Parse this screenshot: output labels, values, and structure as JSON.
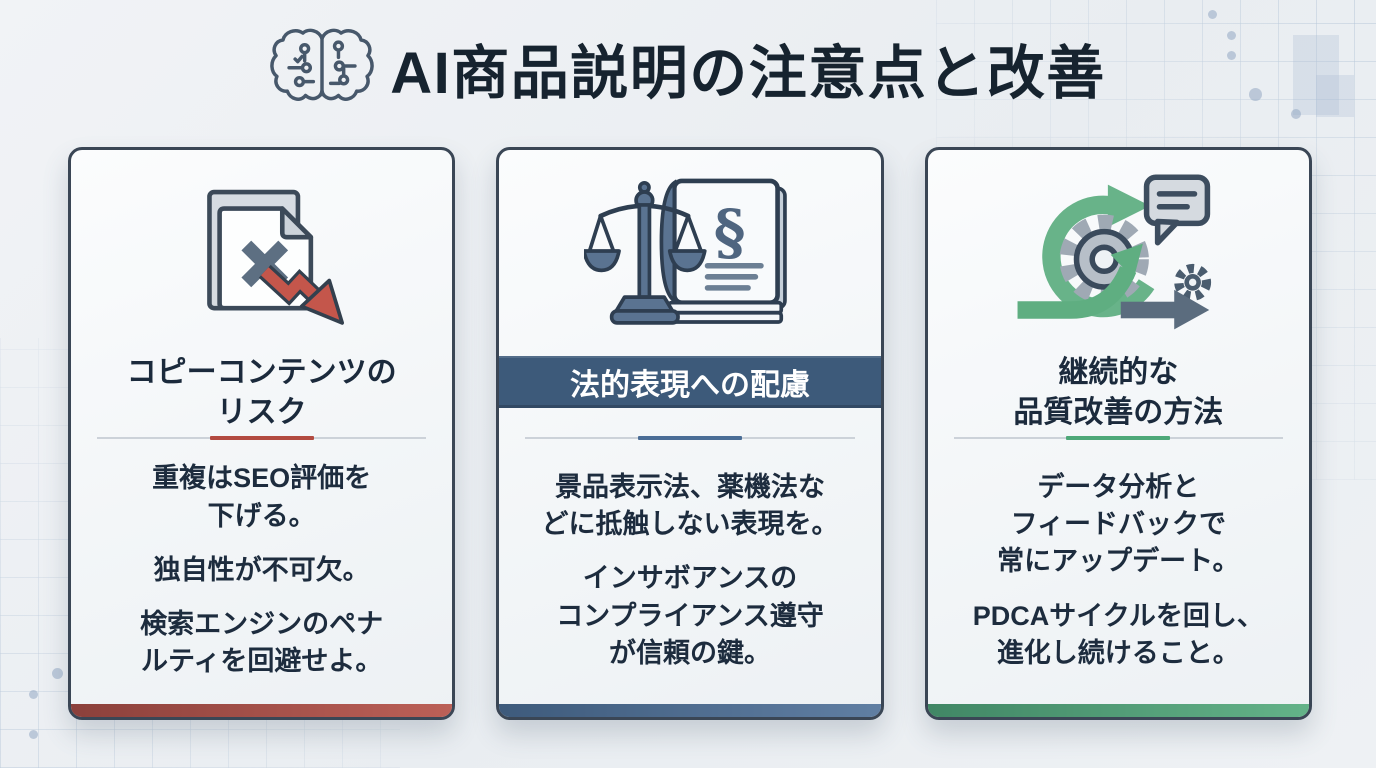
{
  "header": {
    "title": "AI商品説明の注意点と改善",
    "icon": "ai-brain-circuit-icon"
  },
  "colors": {
    "background": "#edf0f4",
    "card_border": "#3a4655",
    "title_text": "#16232f",
    "body_text": "#1d2c3e",
    "divider_base": "#ccd2d9"
  },
  "cards": [
    {
      "id": "copy-content-risk",
      "icon": "document-x-decline-arrow-icon",
      "accent": "#b24a40",
      "title_lines": [
        "コピーコンテンツの",
        "リスク"
      ],
      "paragraphs": [
        [
          "重複はSEO評価を",
          "下げる。"
        ],
        [
          "独自性が不可欠。"
        ],
        [
          "検索エンジンのペナ",
          "ルティを回避せよ。"
        ]
      ]
    },
    {
      "id": "legal-expression-care",
      "icon": "scales-law-book-icon",
      "accent": "#4a6d96",
      "banner_bg": "#3d5a7a",
      "banner_text_color": "#ffffff",
      "title": "法的表現への配慮",
      "paragraphs": [
        [
          "景品表示法、薬機法な",
          "どに抵触しない表現を。"
        ],
        [
          "インサボアンスの",
          "コンプライアンス遵守",
          "が信頼の鍵。"
        ]
      ]
    },
    {
      "id": "continuous-quality-improvement",
      "icon": "pdca-cycle-gears-icon",
      "accent": "#4ea878",
      "title_lines": [
        "継続的な",
        "品質改善の方法"
      ],
      "paragraphs": [
        [
          "データ分析と",
          "フィードバックで",
          "常にアップデート。"
        ],
        [
          "PDCAサイクルを回し、",
          "進化し続けること。"
        ]
      ]
    }
  ]
}
